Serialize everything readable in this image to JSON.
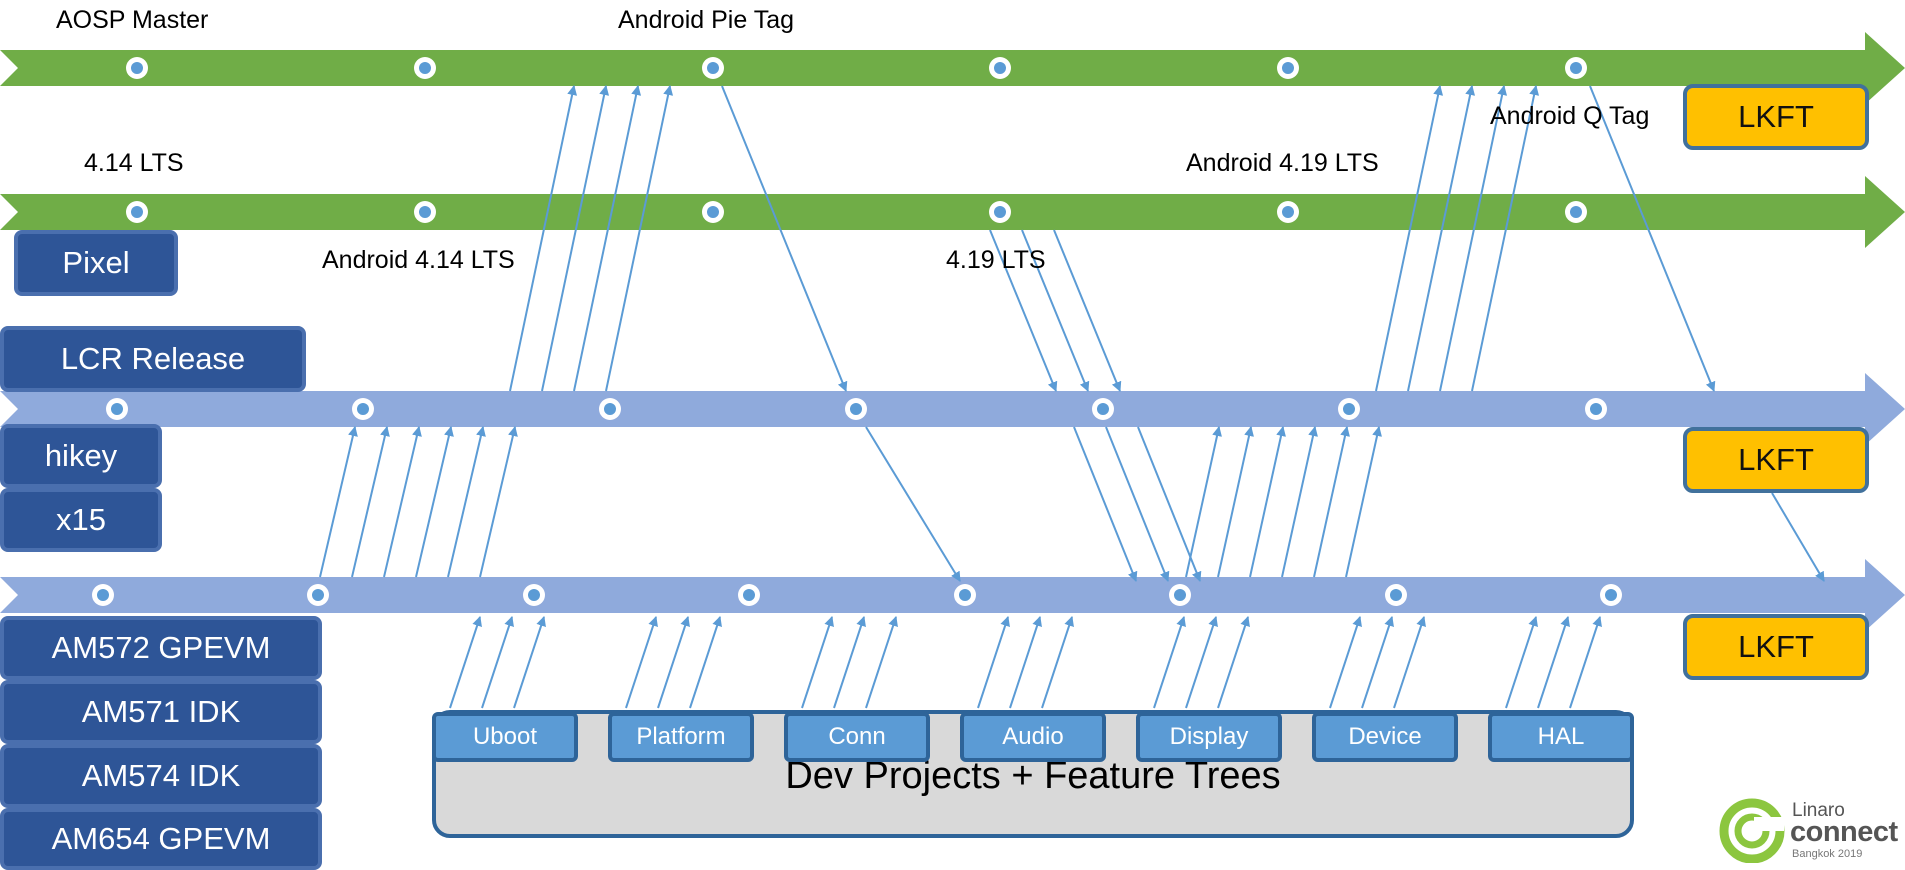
{
  "labels": {
    "aosp_master": "AOSP Master",
    "android_pie_tag": "Android Pie Tag",
    "android_q_tag": "Android Q Tag",
    "lts_414": "4.14 LTS",
    "android_419_lts": "Android 4.19 LTS",
    "android_414_lts": "Android 4.14 LTS",
    "lts_419": "4.19 LTS"
  },
  "devices": {
    "pixel": "Pixel",
    "lcr_release": "LCR Release",
    "hikey": "hikey",
    "x15": "x15",
    "am572": "AM572 GPEVM",
    "am571": "AM571 IDK",
    "am574": "AM574 IDK",
    "am654": "AM654 GPEVM"
  },
  "lkft": [
    "LKFT",
    "LKFT",
    "LKFT"
  ],
  "features": [
    "Uboot",
    "Platform",
    "Conn",
    "Audio",
    "Display",
    "Device",
    "HAL"
  ],
  "dev_panel_title": "Dev Projects + Feature Trees",
  "logo": {
    "line1": "Linaro",
    "line2": "connect",
    "line3": "Bangkok 2019"
  },
  "colors": {
    "green_track": "#70ad47",
    "blue_track": "#8faadc",
    "arrow": "#5b9bd5",
    "device_box": "#2e5597",
    "lkft_box": "#ffc000",
    "feature_box": "#5b9bd5",
    "dot_fill": "#5b9bd5"
  }
}
